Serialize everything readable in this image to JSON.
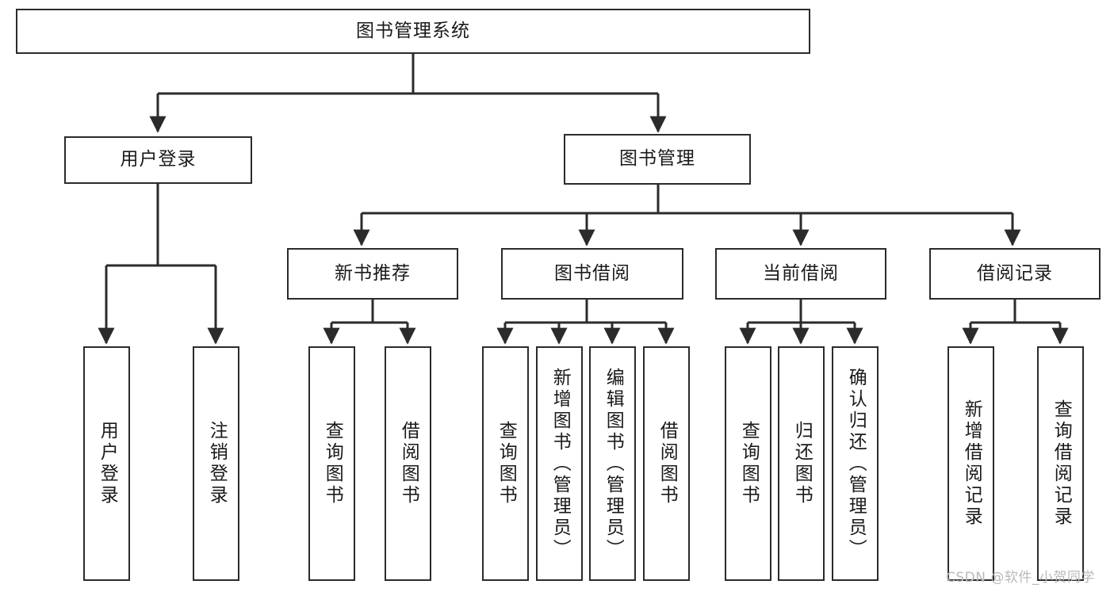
{
  "diagram": {
    "title": "图书管理系统",
    "type": "tree-hierarchy",
    "colors": {
      "stroke": "#2b2b2b",
      "fill": "#ffffff",
      "text": "#1a1a1a",
      "watermark": "#b9b9b9"
    }
  },
  "watermark": {
    "text": "CSDN @软件_小贺同学"
  },
  "nodes": {
    "root": {
      "label": "图书管理系统"
    },
    "level2": [
      {
        "id": "user-login",
        "label": "用户登录"
      },
      {
        "id": "book-manage",
        "label": "图书管理"
      }
    ],
    "level3": [
      {
        "id": "new-book-recommend",
        "label": "新书推荐"
      },
      {
        "id": "book-borrow",
        "label": "图书借阅"
      },
      {
        "id": "current-borrow",
        "label": "当前借阅"
      },
      {
        "id": "borrow-record",
        "label": "借阅记录"
      }
    ],
    "leaves": [
      {
        "id": "leaf-user-login",
        "label": "用户登录",
        "parent": "user-login"
      },
      {
        "id": "leaf-logout-login",
        "label": "注销登录",
        "parent": "user-login"
      },
      {
        "id": "leaf-query-book-1",
        "label": "查询图书",
        "parent": "new-book-recommend"
      },
      {
        "id": "leaf-borrow-book-1",
        "label": "借阅图书",
        "parent": "new-book-recommend"
      },
      {
        "id": "leaf-query-book-2",
        "label": "查询图书",
        "parent": "book-borrow"
      },
      {
        "id": "leaf-add-book",
        "label": "新增图书（管理员）",
        "parent": "book-borrow"
      },
      {
        "id": "leaf-edit-book",
        "label": "编辑图书（管理员）",
        "parent": "book-borrow"
      },
      {
        "id": "leaf-borrow-book-2",
        "label": "借阅图书",
        "parent": "book-borrow"
      },
      {
        "id": "leaf-query-book-3",
        "label": "查询图书",
        "parent": "current-borrow"
      },
      {
        "id": "leaf-return-book",
        "label": "归还图书",
        "parent": "current-borrow"
      },
      {
        "id": "leaf-confirm-return",
        "label": "确认归还（管理员）",
        "parent": "current-borrow"
      },
      {
        "id": "leaf-add-record",
        "label": "新增借阅记录",
        "parent": "borrow-record"
      },
      {
        "id": "leaf-query-record",
        "label": "查询借阅记录",
        "parent": "borrow-record"
      }
    ]
  }
}
